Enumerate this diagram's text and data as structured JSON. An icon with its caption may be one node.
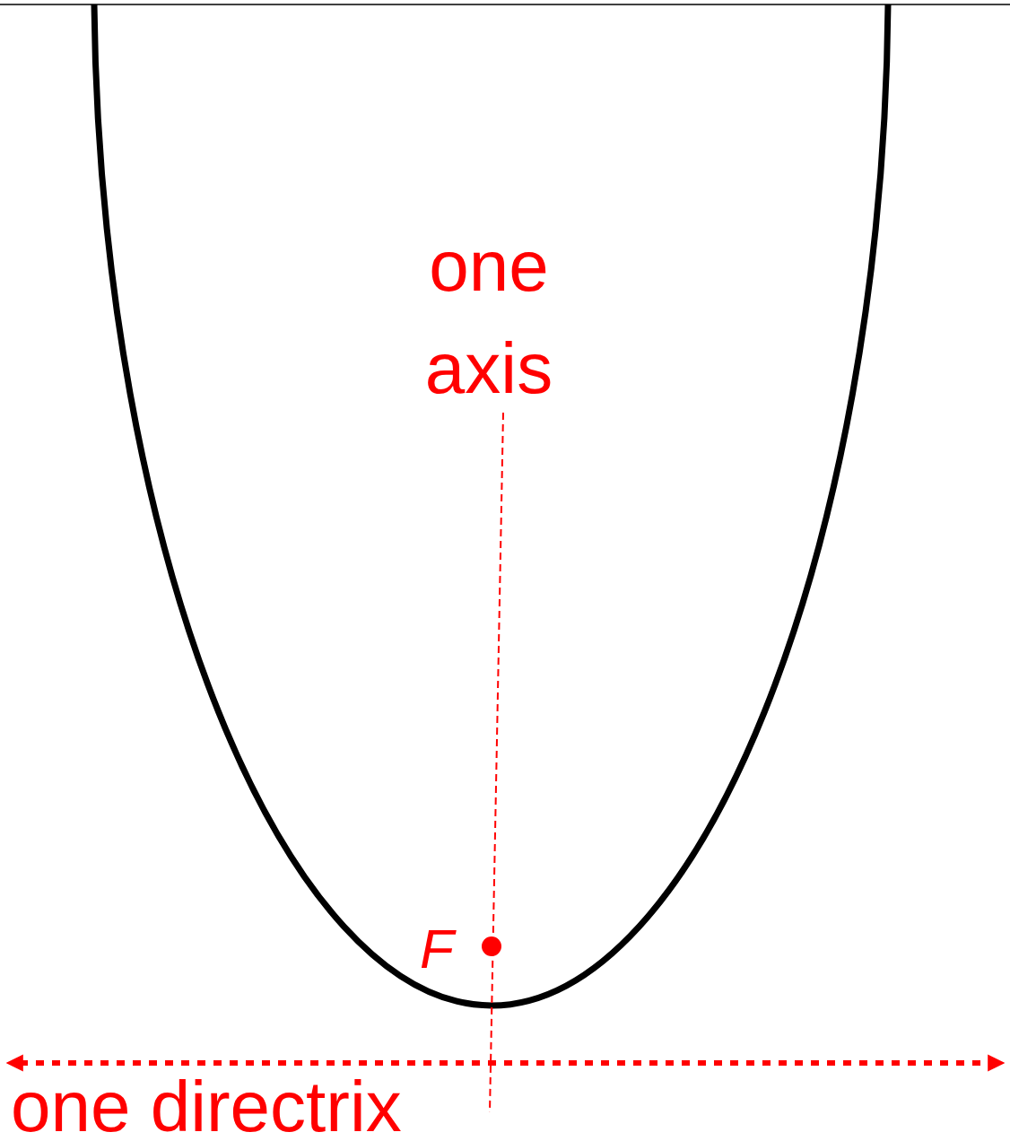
{
  "diagram": {
    "labels": [
      "one axis",
      "F",
      "one directrix"
    ]
  }
}
